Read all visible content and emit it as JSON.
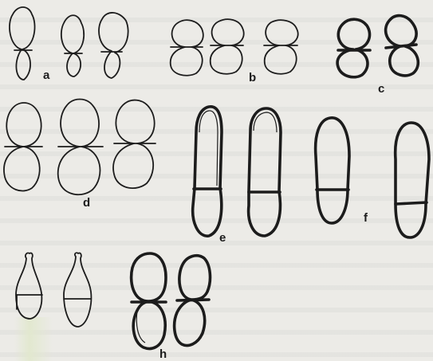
{
  "figure": {
    "labels": {
      "a": "a",
      "b": "b",
      "c": "c",
      "d": "d",
      "e": "e",
      "f": "f",
      "h": "h"
    }
  }
}
